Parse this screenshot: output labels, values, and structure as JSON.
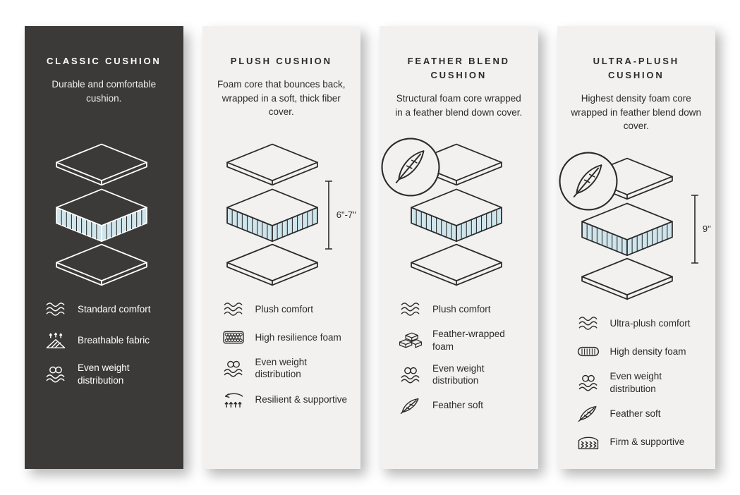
{
  "colors": {
    "dark_card_bg": "#3b3a38",
    "light_card_bg": "#f2f1ef",
    "ink": "#2b2b2b",
    "cushion_fill": "#cfe5eb"
  },
  "cards": [
    {
      "title": "CLASSIC CUSHION",
      "description": "Durable and comfortable cushion.",
      "theme": "dark",
      "features": [
        {
          "icon": "comfort-waves-icon",
          "label": "Standard comfort"
        },
        {
          "icon": "breathable-fabric-icon",
          "label": "Breathable fabric"
        },
        {
          "icon": "weight-distribution-icon",
          "label": "Even weight distribution"
        }
      ]
    },
    {
      "title": "PLUSH CUSHION",
      "description": "Foam core that bounces back, wrapped in a soft, thick fiber cover.",
      "theme": "light",
      "height_label": "6\"-7\"",
      "features": [
        {
          "icon": "comfort-waves-icon",
          "label": "Plush comfort"
        },
        {
          "icon": "resilience-foam-icon",
          "label": "High resilience foam"
        },
        {
          "icon": "weight-distribution-icon",
          "label": "Even weight distribution"
        },
        {
          "icon": "resilient-supportive-icon",
          "label": "Resilient & supportive"
        }
      ]
    },
    {
      "title": "FEATHER BLEND CUSHION",
      "description": "Structural foam core wrapped in a feather blend down cover.",
      "theme": "light",
      "has_feather_badge": true,
      "features": [
        {
          "icon": "comfort-waves-icon",
          "label": "Plush comfort"
        },
        {
          "icon": "feather-wrapped-foam-icon",
          "label": "Feather-wrapped foam"
        },
        {
          "icon": "weight-distribution-icon",
          "label": "Even weight distribution"
        },
        {
          "icon": "feather-soft-icon",
          "label": "Feather soft"
        }
      ]
    },
    {
      "title": "ULTRA-PLUSH CUSHION",
      "description": "Highest density foam core wrapped in feather blend down cover.",
      "theme": "light",
      "has_feather_badge": true,
      "height_label": "9\"",
      "features": [
        {
          "icon": "comfort-waves-icon",
          "label": "Ultra-plush comfort"
        },
        {
          "icon": "density-foam-icon",
          "label": "High density foam"
        },
        {
          "icon": "weight-distribution-icon",
          "label": "Even weight distribution"
        },
        {
          "icon": "feather-soft-icon",
          "label": "Feather soft"
        },
        {
          "icon": "firm-supportive-icon",
          "label": "Firm & supportive"
        }
      ]
    }
  ]
}
